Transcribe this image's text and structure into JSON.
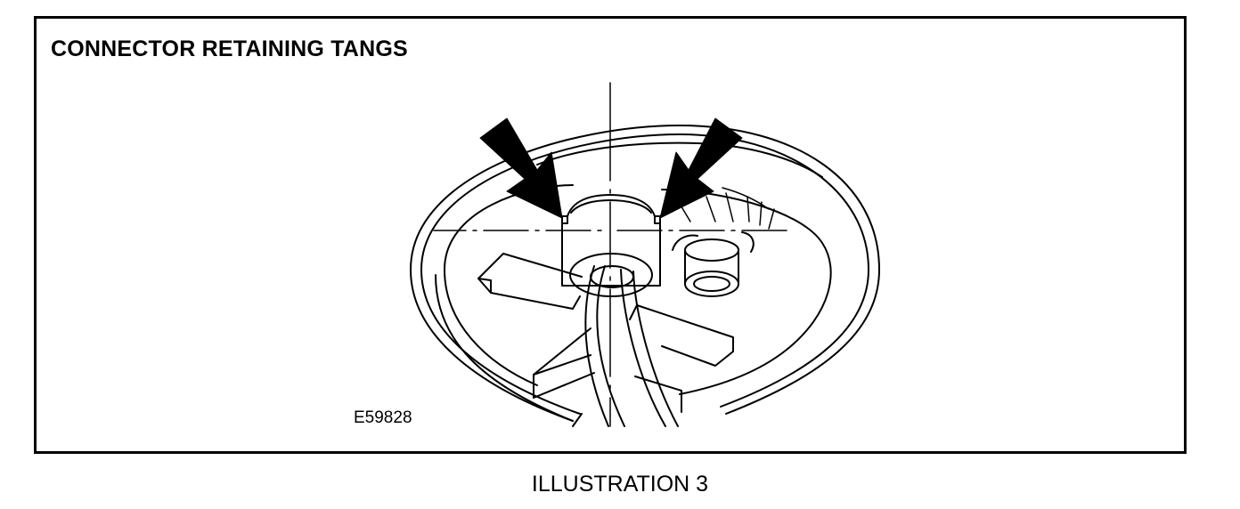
{
  "figure": {
    "title": "CONNECTOR RETAINING TANGS",
    "figure_id": "E59828",
    "caption": "ILLUSTRATION 3"
  },
  "callouts": [
    {
      "name": "left-retaining-tang-arrow",
      "points_to": "left tang"
    },
    {
      "name": "right-retaining-tang-arrow",
      "points_to": "right tang"
    }
  ],
  "colors": {
    "ink": "#000000",
    "paper": "#ffffff"
  }
}
